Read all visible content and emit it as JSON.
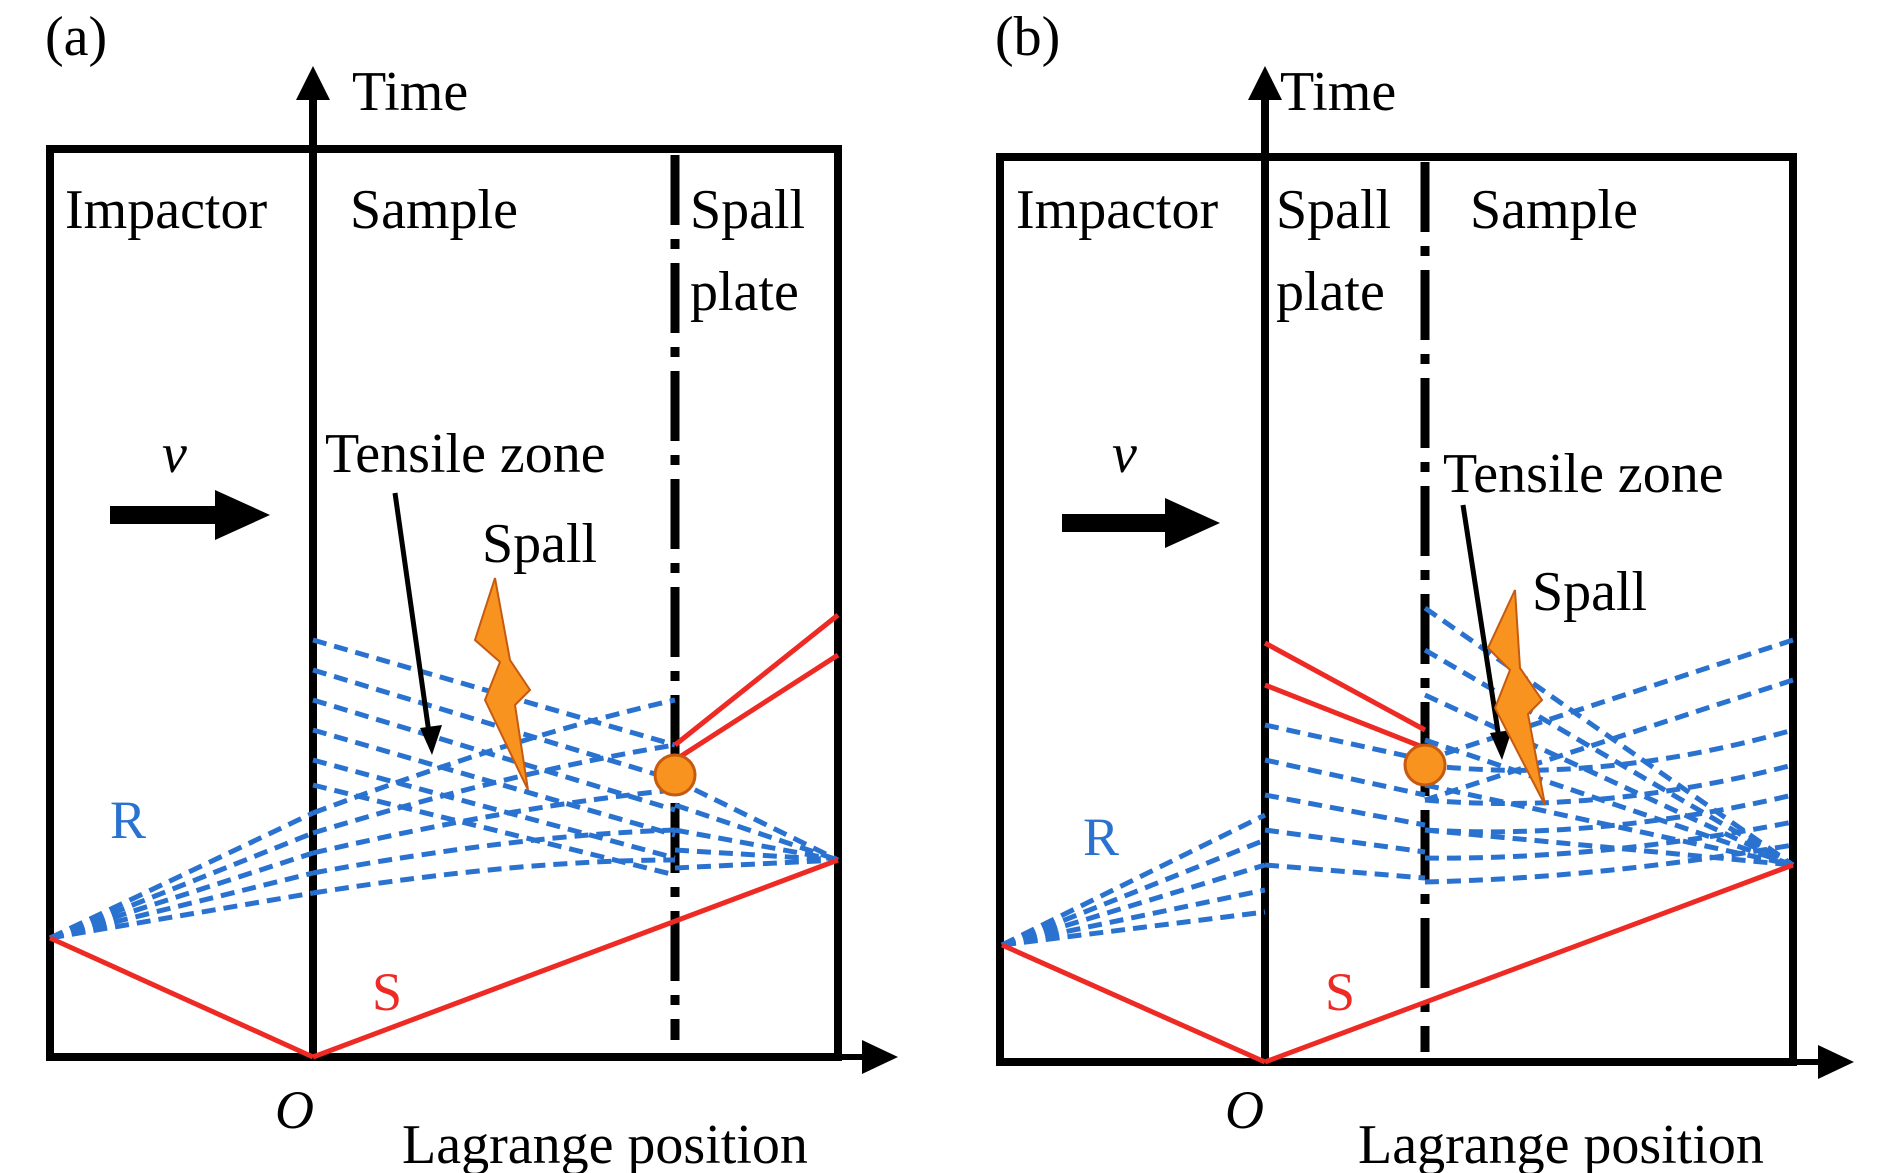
{
  "panels": [
    {
      "panel_label": "(a)",
      "time_label": "Time",
      "impactor_label": "Impactor",
      "middle_label": "Sample",
      "spall_plate_label": [
        "Spall",
        "plate"
      ],
      "velocity_label": "v",
      "tensile_zone_label": "Tensile zone",
      "spall_label": "Spall",
      "r_label": "R",
      "s_label": "S",
      "origin_label": "O",
      "x_axis_label": "Lagrange position"
    },
    {
      "panel_label": "(b)",
      "time_label": "Time",
      "impactor_label": "Impactor",
      "middle_label": [
        "Spall",
        "plate"
      ],
      "sample_label": "Sample",
      "velocity_label": "v",
      "tensile_zone_label": "Tensile zone",
      "spall_label": "Spall",
      "r_label": "R",
      "s_label": "S",
      "origin_label": "O",
      "x_axis_label": "Lagrange position"
    }
  ],
  "colors": {
    "shock": "#ee2a24",
    "release": "#2a72d0",
    "spall_mark": "#f7931e",
    "outline": "#000000"
  }
}
